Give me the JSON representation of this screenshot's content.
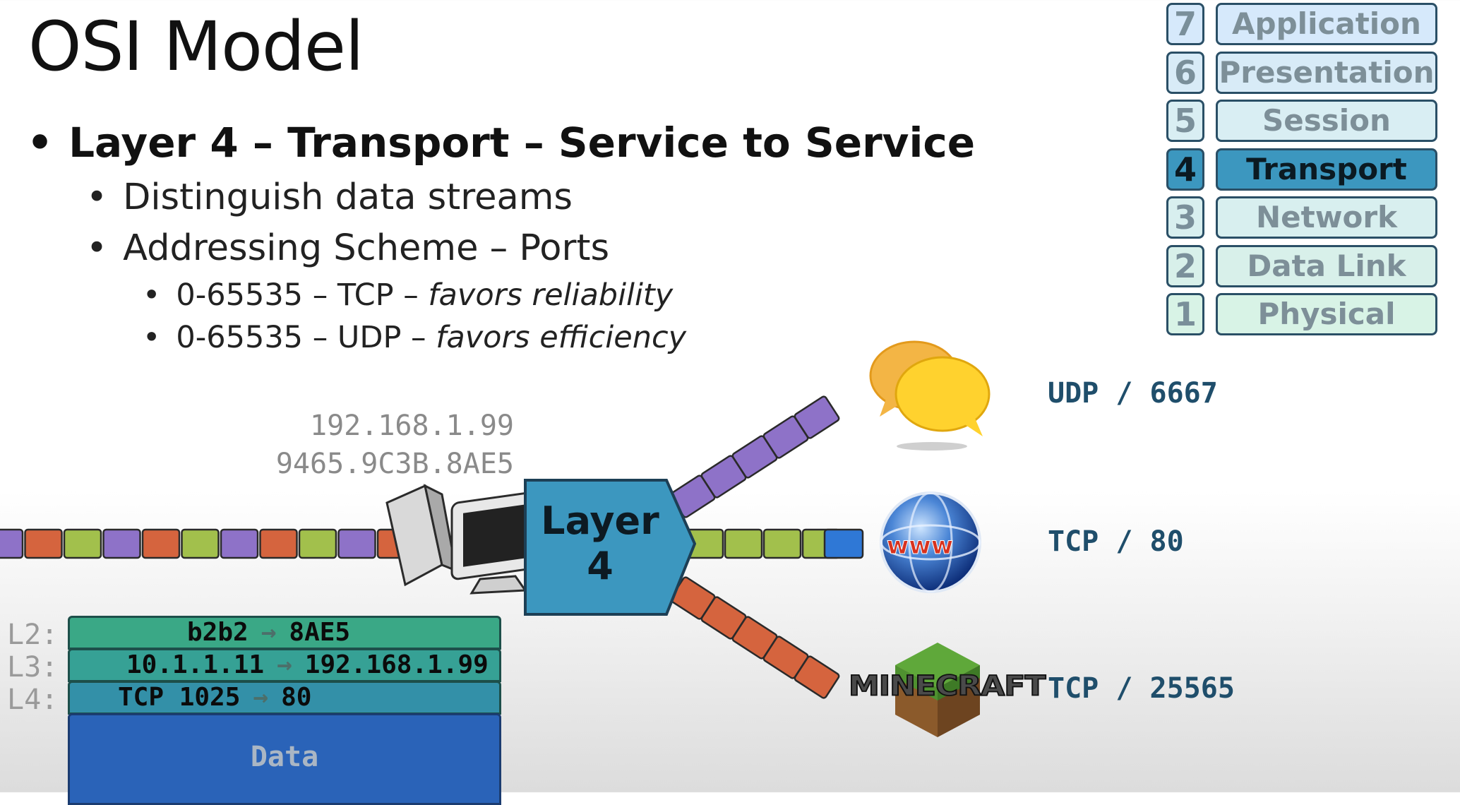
{
  "title": "OSI Model",
  "bullets": {
    "main": "Layer 4 – Transport  – Service to Service",
    "sub1": "Distinguish data streams",
    "sub2": "Addressing Scheme – Ports",
    "tcp_line": {
      "text": "0-65535  –  TCP  – ",
      "note": "favors reliability"
    },
    "udp_line": {
      "text": "0-65535  –  UDP  – ",
      "note": "favors efficiency"
    }
  },
  "osi_layers": [
    {
      "num": "7",
      "name": "Application"
    },
    {
      "num": "6",
      "name": "Presentation"
    },
    {
      "num": "5",
      "name": "Session"
    },
    {
      "num": "4",
      "name": "Transport"
    },
    {
      "num": "3",
      "name": "Network"
    },
    {
      "num": "2",
      "name": "Data Link"
    },
    {
      "num": "1",
      "name": "Physical"
    }
  ],
  "active_layer": "4",
  "host": {
    "ip": "192.168.1.99",
    "mac": "9465.9C3B.8AE5"
  },
  "device_label": {
    "line1": "Layer",
    "line2": "4"
  },
  "services": {
    "chat": {
      "label": "UDP / 6667",
      "icon": "chat-bubbles-icon"
    },
    "web": {
      "label": "TCP / 80",
      "icon": "www-globe-icon",
      "badge": "www"
    },
    "game": {
      "label": "TCP / 25565",
      "icon": "minecraft-logo",
      "logo_text": "MINECRAFT"
    }
  },
  "packet": {
    "l2": {
      "label": "L2:",
      "src": "b2b2",
      "dst": "8AE5"
    },
    "l3": {
      "label": "L3:",
      "src": "10.1.1.11",
      "dst": "192.168.1.99"
    },
    "l4": {
      "label": "L4:",
      "src": "TCP 1025",
      "dst": "80"
    },
    "data": "Data"
  },
  "colors": {
    "active_layer": "#3c97bf",
    "udp_stream": "#8e72c8",
    "web_stream": "#a2c04c",
    "game_stream": "#d5643e",
    "layer4_box": "#3c97bf",
    "label_text": "#1f4e6b",
    "data_block": "#2a63b8",
    "header_block": "#3aa886"
  }
}
